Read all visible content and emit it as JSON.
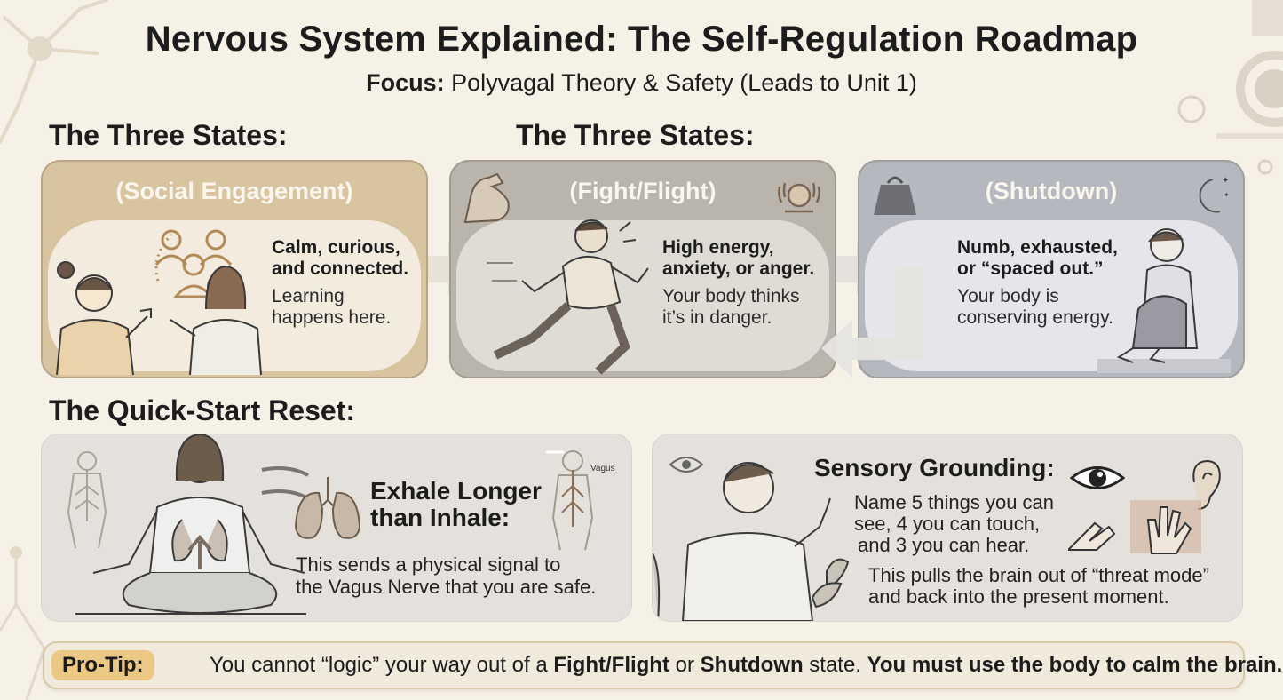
{
  "header": {
    "title": "Nervous System Explained: The Self-Regulation Roadmap",
    "focus_label": "Focus:",
    "focus_text": " Polyvagal Theory & Safety (Leads to Unit 1)"
  },
  "states_heading_left": "The Three States:",
  "states_heading_right": "The Three States:",
  "states": [
    {
      "header": "(Social Engagement)",
      "bold_line1": "Calm, curious,",
      "bold_line2": "and connected.",
      "line1": "Learning",
      "line2": "happens here.",
      "color": "#d9c4a0"
    },
    {
      "header": "(Fight/Flight)",
      "bold_line1": "High energy,",
      "bold_line2": "anxiety, or anger.",
      "line1": "Your body thinks",
      "line2": "it’s in danger.",
      "color": "#b9b5ad"
    },
    {
      "header": "(Shutdown)",
      "bold_line1": "Numb, exhausted,",
      "bold_line2": "or “spaced out.”",
      "line1": "Your body is",
      "line2": "conserving energy.",
      "color": "#b6b8bf"
    }
  ],
  "reset_heading": "The Quick-Start Reset:",
  "breathing": {
    "heading_line1": "Exhale Longer",
    "heading_line2": "than Inhale:",
    "body_line1": "This sends a physical signal to",
    "body_line2": "the Vagus Nerve that you are safe.",
    "diagram_label": "Vagus"
  },
  "grounding": {
    "heading": "Sensory Grounding:",
    "line1": "Name 5 things you can",
    "line2": "see, 4 you can touch,",
    "line3": "and 3 you can hear.",
    "line4": "This pulls the brain out of “threat mode”",
    "line5": "and back into the present moment."
  },
  "pro_tip": {
    "label": "Pro-Tip:",
    "part1": " You cannot “logic” your way out of a ",
    "bold1": "Fight/Flight",
    "part2": " or ",
    "bold2": "Shutdown",
    "part3": " state. ",
    "bold3": "You must use the body to calm the brain."
  },
  "icons": {
    "group": "group-people-icon",
    "muscle": "flexed-arm-icon",
    "alarm": "alarm-bell-icon",
    "weight": "weight-icon",
    "moon": "moon-stars-icon",
    "lungs": "lungs-icon",
    "eye": "eye-icon",
    "ear": "ear-icon",
    "hand": "hand-icon"
  }
}
